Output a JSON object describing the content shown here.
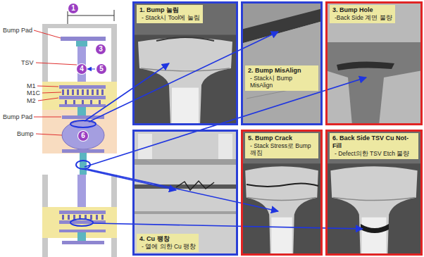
{
  "diagram": {
    "nodes": [
      {
        "text": [
          "1. Bump 눌림",
          "- Stack시 Tool에 눌림"
        ]
      },
      {
        "text": [
          "2. Bump MisAlign",
          "- Stack시 Bump MisAlign"
        ]
      },
      {
        "text": [
          "3. Bump Hole",
          "-Back Side 계면 불량"
        ]
      },
      {
        "text": [
          "4. Cu 팽창",
          "- 열에 의한 Cu 팽창"
        ]
      },
      {
        "text": [
          "5. Bump Crack",
          "- Stack Stress로 Bump깨짐"
        ]
      },
      {
        "text": [
          "6. Back Side TSV Cu Not-Fill",
          "- Defect의한 TSV Etch 불량"
        ]
      }
    ],
    "labels": [
      "1",
      "Bump Pad",
      "3",
      "TSV",
      "4",
      "5",
      "M1",
      "M1C",
      "M2",
      "Bump Pad",
      "Bump",
      "6"
    ]
  }
}
